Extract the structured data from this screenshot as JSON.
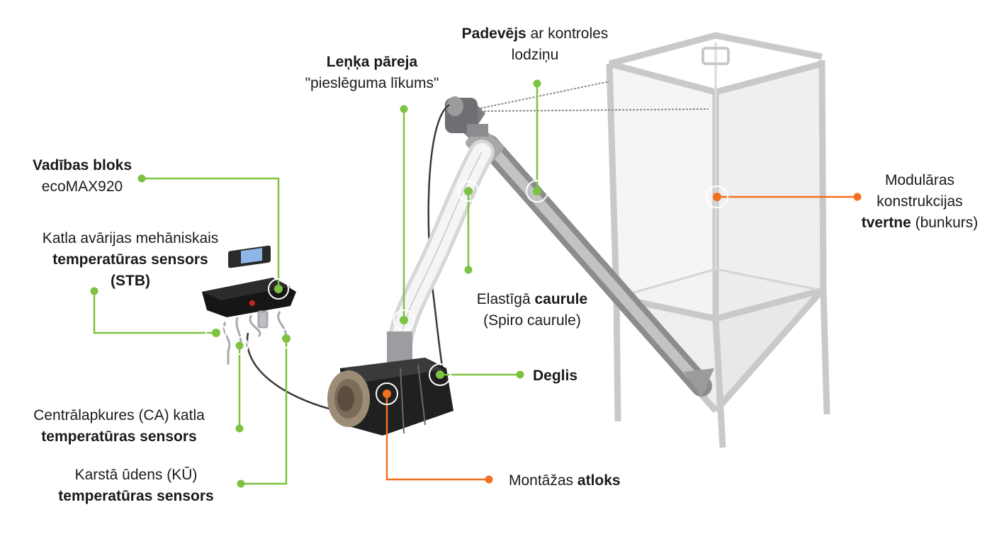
{
  "colors": {
    "green": "#7dc242",
    "orange": "#f26f21",
    "text": "#1a1a1a",
    "steel": "#b6b8bb",
    "burner": "#232323"
  },
  "labels": {
    "feeder": {
      "bold": "Padevējs",
      "rest": " ar kontroles",
      "line2": "lodziņu"
    },
    "elbow": {
      "bold": "Leņķa pāreja",
      "line2": "\"pieslēguma līkums\""
    },
    "control": {
      "bold": "Vadības bloks",
      "line2": "ecoMAX920"
    },
    "stb": {
      "line1": "Katla avārijas mehāniskais",
      "bold": "temperatūras sensors",
      "bold2": "(STB)"
    },
    "tank": {
      "line1": "Modulāras",
      "line2": "konstrukcijas",
      "bold": "tvertne",
      "rest": " (bunkurs)"
    },
    "hose": {
      "pre": "Elastīgā ",
      "bold": "caurule",
      "line2": "(Spiro caurule)"
    },
    "burner": {
      "bold": "Deglis"
    },
    "ca_sensor": {
      "line1": "Centrālapkures (CA) katla",
      "bold": "temperatūras sensors"
    },
    "ku_sensor": {
      "line1": "Karstā ūdens (KŪ)",
      "bold": "temperatūras sensors"
    },
    "flange": {
      "pre": "Montāžas ",
      "bold": "atloks"
    }
  }
}
